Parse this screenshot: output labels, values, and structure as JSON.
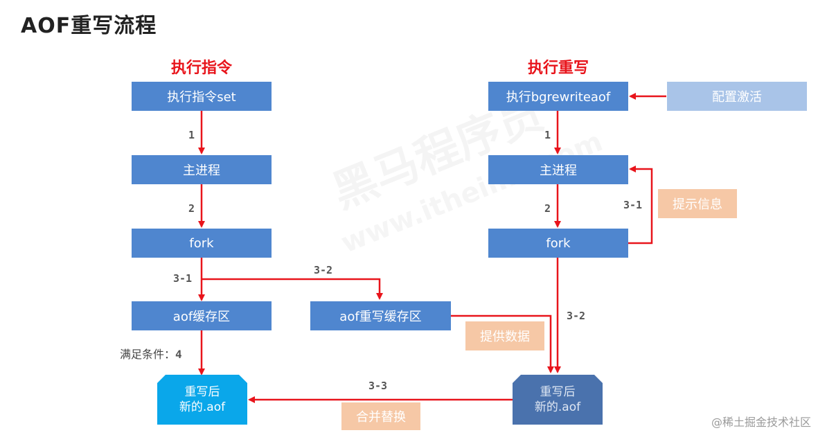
{
  "title": "AOF重写流程",
  "left_heading": "执行指令",
  "right_heading": "执行重写",
  "left": {
    "set_cmd": "执行指令set",
    "main_process": "主进程",
    "fork": "fork",
    "aof_buffer": "aof缓存区",
    "rewrite_buffer": "aof重写缓存区",
    "new_aof_line1": "重写后",
    "new_aof_line2": "新的.aof"
  },
  "right": {
    "bgrewrite": "执行bgrewriteaof",
    "config_activate": "配置激活",
    "main_process": "主进程",
    "fork": "fork",
    "old_aof_line1": "重写后",
    "old_aof_line2": "新的.aof"
  },
  "notes": {
    "prompt_info": "提示信息",
    "provide_data": "提供数据",
    "merge_replace": "合并替换"
  },
  "steps": {
    "l1": "1",
    "l2": "2",
    "l31": "3-1",
    "l32": "3-2",
    "r1": "1",
    "r2": "2",
    "r31": "3-1",
    "r32": "3-2",
    "s33": "3-3"
  },
  "condition": "满足条件：",
  "condition_num": "4",
  "watermark_logo": "黑马程序员",
  "watermark_url": "www.itheima.com",
  "credit": "@稀土掘金技术社区",
  "colors": {
    "box_blue": "#4f86cf",
    "heading_red": "#e8141b",
    "arrow_red": "#e8141b",
    "note_orange": "#f6c8a6",
    "file_cyan": "#0aa7ea"
  }
}
